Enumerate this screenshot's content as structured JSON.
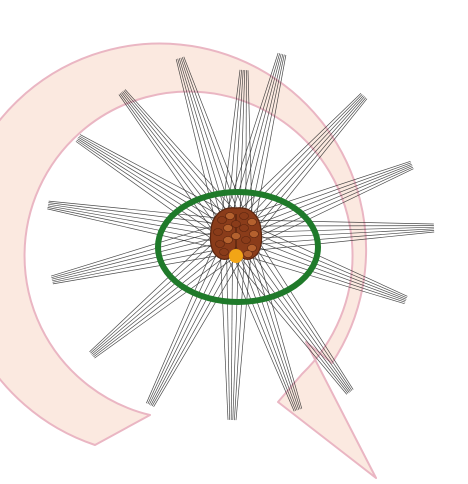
{
  "colors": {
    "background": "#ffffff",
    "rotation_arrow_fill": "#fbe9e0",
    "rotation_arrow_stroke": "#eab6c3",
    "beam_lines": "#2b2b2b",
    "target_ring": "#1f7a2a",
    "organ": "#8a3c1a",
    "organ_highlight": "#b4612e",
    "organ_shadow": "#5a250f",
    "lesion": "#f2a516"
  },
  "icons": {
    "rotation_arrow": "circular-arrow-icon",
    "target_ring": "ellipse-ring",
    "organ": "prostate-shape",
    "lesion": "dot"
  },
  "diagram": {
    "beam_count": 16,
    "lines_per_beam": 6
  }
}
